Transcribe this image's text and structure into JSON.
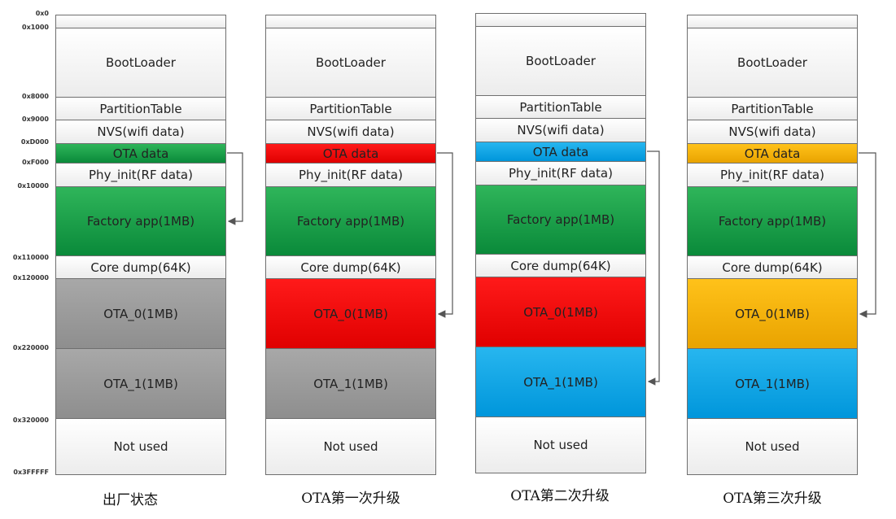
{
  "addresses": [
    "0x0",
    "0x1000",
    "0x8000",
    "0x9000",
    "0xD000",
    "0xF000",
    "0x10000",
    "0x110000",
    "0x120000",
    "0x220000",
    "0x320000",
    "0x3FFFFF"
  ],
  "labels": {
    "bootloader": "BootLoader",
    "partition_table": "PartitionTable",
    "nvs": "NVS(wifi data)",
    "ota_data": "OTA data",
    "phy_init": "Phy_init(RF data)",
    "factory_app": "Factory app(1MB)",
    "core_dump": "Core dump(64K)",
    "ota_0": "OTA_0(1MB)",
    "ota_1": "OTA_1(1MB)",
    "not_used": "Not used"
  },
  "columns": [
    {
      "caption": "出厂状态",
      "ota_data_color": "#1aa04a",
      "ota_0_color": "#9a9a9a",
      "ota_1_color": "#9a9a9a",
      "boot_target": "factory_app"
    },
    {
      "caption": "OTA第一次升级",
      "ota_data_color": "#ff0000",
      "ota_0_color": "#ff0000",
      "ota_1_color": "#9a9a9a",
      "boot_target": "ota_0"
    },
    {
      "caption": "OTA第二次升级",
      "ota_data_color": "#00a2e8",
      "ota_0_color": "#ff0000",
      "ota_1_color": "#00a2e8",
      "boot_target": "ota_1"
    },
    {
      "caption": "OTA第三次升级",
      "ota_data_color": "#ffb400",
      "ota_0_color": "#ffb400",
      "ota_1_color": "#00a2e8",
      "boot_target": "ota_0"
    }
  ],
  "colors": {
    "factory_app": "#0a9a3c",
    "border": "#6f6f6f",
    "arrow": "#555555"
  }
}
